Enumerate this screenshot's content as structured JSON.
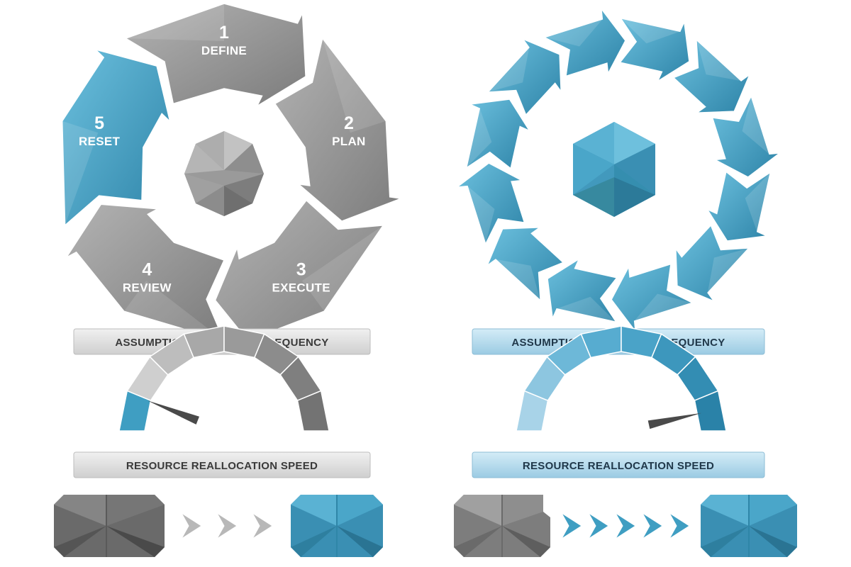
{
  "colors": {
    "grey": "#8f8f8f",
    "grey_dark": "#6f6f6f",
    "grey_light": "#c9c9c9",
    "blue": "#3f9ec2",
    "blue_dark": "#2f7f9f",
    "blue_light": "#a8d3e8",
    "label_text": "#333333"
  },
  "left_panel": {
    "cycle_steps": [
      {
        "number": "1",
        "label": "DEFINE",
        "color": "grey"
      },
      {
        "number": "2",
        "label": "PLAN",
        "color": "grey"
      },
      {
        "number": "3",
        "label": "EXECUTE",
        "color": "grey"
      },
      {
        "number": "4",
        "label": "REVIEW",
        "color": "grey"
      },
      {
        "number": "5",
        "label": "RESET",
        "color": "blue"
      }
    ],
    "frequency_label": "ASSUMPTION VALIDATION FREQUENCY",
    "gauge_fraction": 0.12,
    "speed_label": "RESOURCE REALLOCATION SPEED",
    "transfer_chevron_count": 3
  },
  "right_panel": {
    "cycle_segment_count": 12,
    "frequency_label": "ASSUMPTION VALIDATION FREQUENCY",
    "gauge_fraction": 0.93,
    "speed_label": "RESOURCE REALLOCATION SPEED",
    "transfer_chevron_count": 5
  }
}
